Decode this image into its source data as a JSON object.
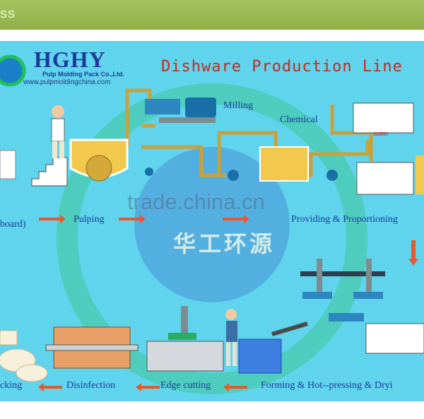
{
  "header": {
    "tab_text": "SS"
  },
  "logo": {
    "name": "HGHY",
    "company": "Pulp Molding Pack Co.,Ltd.",
    "url": "www.pulpmoldingchina.com"
  },
  "title": "Dishware Production Line",
  "labels": {
    "milling": "Milling",
    "chemical": "Chemical",
    "water": "water"
  },
  "steps_top": [
    "board)",
    "Pulping",
    "Providing & Proportioning"
  ],
  "steps_bottom": [
    "cking",
    "Disinfection",
    "Edge cutting",
    "Forming & Hot--pressing & Dryi"
  ],
  "watermark": "trade.china.cn",
  "watermark_cn": "华工环源",
  "colors": {
    "background": "#5fd4ec",
    "arrow": "#e8582a",
    "title": "#c8281c",
    "text": "#1d3a9a",
    "pipe": "#c9a13a"
  }
}
